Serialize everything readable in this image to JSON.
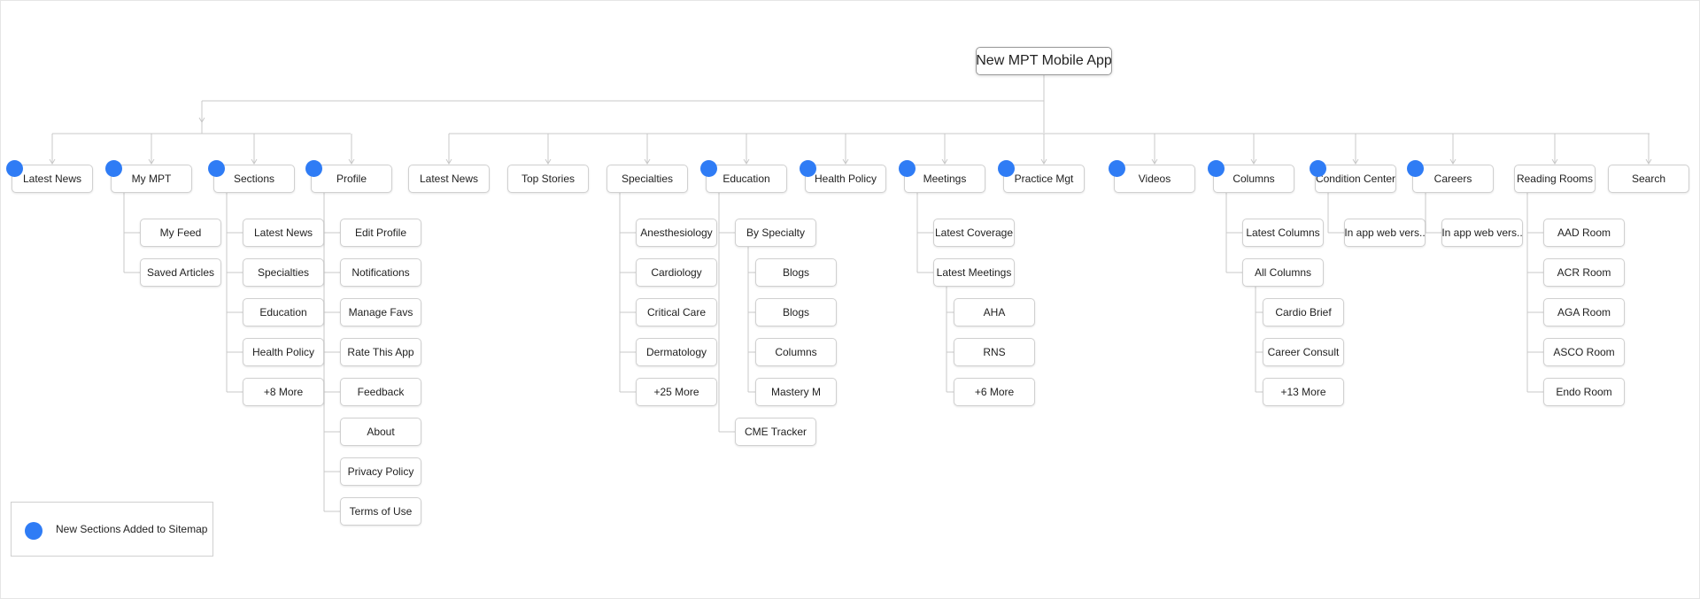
{
  "root_label": "New MPT Mobile App",
  "legend_label": "New Sections Added to Sitemap",
  "colors": {
    "new_dot": "#2f7cf5",
    "connector": "#c8c8c8",
    "node_border": "#d0d0d0"
  },
  "groups": [
    {
      "label": "Latest News",
      "is_new": true,
      "children": []
    },
    {
      "label": "My MPT",
      "is_new": true,
      "children": [
        {
          "label": "My Feed"
        },
        {
          "label": "Saved Articles"
        }
      ]
    },
    {
      "label": "Sections",
      "is_new": true,
      "children": [
        {
          "label": "Latest News"
        },
        {
          "label": "Specialties"
        },
        {
          "label": "Education"
        },
        {
          "label": "Health Policy"
        },
        {
          "label": "+8 More"
        }
      ]
    },
    {
      "label": "Profile",
      "is_new": true,
      "children": [
        {
          "label": "Edit Profile"
        },
        {
          "label": "Notifications"
        },
        {
          "label": "Manage Favs"
        },
        {
          "label": "Rate This App"
        },
        {
          "label": "Feedback"
        },
        {
          "label": "About"
        },
        {
          "label": "Privacy Policy"
        },
        {
          "label": "Terms of Use"
        }
      ]
    }
  ],
  "sections": [
    {
      "label": "Latest  News",
      "is_new": false,
      "children": []
    },
    {
      "label": "Top Stories",
      "is_new": false,
      "children": []
    },
    {
      "label": "Specialties",
      "is_new": false,
      "children": [
        {
          "label": "Anesthesiology"
        },
        {
          "label": "Cardiology"
        },
        {
          "label": "Critical Care"
        },
        {
          "label": "Dermatology"
        },
        {
          "label": "+25 More"
        }
      ]
    },
    {
      "label": "Education",
      "is_new": true,
      "children": [
        {
          "label": "By Specialty",
          "children": [
            {
              "label": "Blogs"
            },
            {
              "label": "Blogs"
            },
            {
              "label": "Columns"
            },
            {
              "label": "Mastery M"
            }
          ]
        },
        {
          "label": "CME Tracker"
        }
      ]
    },
    {
      "label": "Health Policy",
      "is_new": true,
      "children": []
    },
    {
      "label": "Meetings",
      "is_new": true,
      "children": [
        {
          "label": "Latest Coverage"
        },
        {
          "label": "Latest Meetings",
          "children": [
            {
              "label": "AHA"
            },
            {
              "label": "RNS"
            },
            {
              "label": "+6 More"
            }
          ]
        }
      ]
    },
    {
      "label": "Practice Mgt",
      "is_new": true,
      "children": []
    },
    {
      "label": "Videos",
      "is_new": true,
      "children": []
    },
    {
      "label": "Columns",
      "is_new": true,
      "children": [
        {
          "label": "Latest Columns"
        },
        {
          "label": "All Columns",
          "children": [
            {
              "label": "Cardio Brief"
            },
            {
              "label": "Career Consult"
            },
            {
              "label": "+13 More"
            }
          ]
        }
      ]
    },
    {
      "label": "Condition Center",
      "is_new": true,
      "children": [
        {
          "label": "In app web vers.."
        }
      ]
    },
    {
      "label": "Careers",
      "is_new": true,
      "children": [
        {
          "label": "In app web vers.."
        }
      ]
    },
    {
      "label": "Reading Rooms",
      "is_new": false,
      "children": [
        {
          "label": "AAD Room"
        },
        {
          "label": "ACR Room"
        },
        {
          "label": "AGA Room"
        },
        {
          "label": "ASCO Room"
        },
        {
          "label": "Endo Room"
        }
      ]
    },
    {
      "label": "Search",
      "is_new": false,
      "children": []
    }
  ]
}
